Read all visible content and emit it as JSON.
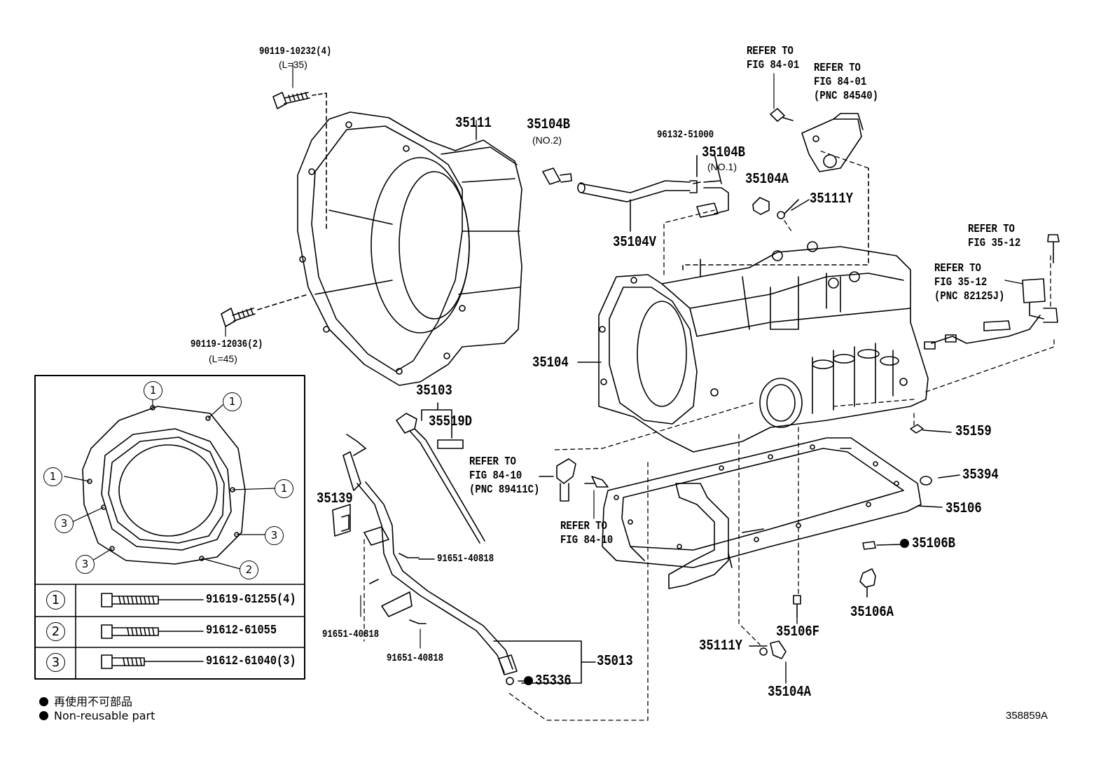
{
  "parts": {
    "p90119_10232": "90119-10232(4)",
    "p90119_10232_len": "(L=35)",
    "p35111": "35111",
    "p90119_12036": "90119-12036(2)",
    "p90119_12036_len": "(L=45)",
    "p35104B_no2": "35104B",
    "p35104B_no2_note": "(NO.2)",
    "p96132": "96132-51000",
    "p35104B_no1": "35104B",
    "p35104B_no1_note": "(NO.1)",
    "p35104A_top": "35104A",
    "p35111Y_top": "35111Y",
    "p35104V": "35104V",
    "p35104": "35104",
    "p35103": "35103",
    "p35519D": "35519D",
    "p35159": "35159",
    "p35394": "35394",
    "p35106": "35106",
    "p35106B": "35106B",
    "p35106A": "35106A",
    "p35106F": "35106F",
    "p35139": "35139",
    "p91651_a": "91651-40818",
    "p91651_b": "91651-40818",
    "p91651_c": "91651-40818",
    "p35013": "35013",
    "p35336": "35336",
    "p35111Y_bot": "35111Y",
    "p35104A_bot": "35104A"
  },
  "refs": {
    "r1_l1": "REFER TO",
    "r1_l2": "FIG 84-01",
    "r2_l1": "REFER TO",
    "r2_l2": "FIG 84-01",
    "r2_l3": "(PNC 84540)",
    "r3_l1": "REFER TO",
    "r3_l2": "FIG 35-12",
    "r4_l1": "REFER TO",
    "r4_l2": "FIG 35-12",
    "r4_l3": "(PNC 82125J)",
    "r5_l1": "REFER TO",
    "r5_l2": "FIG 84-10",
    "r5_l3": "(PNC 89411C)",
    "r6_l1": "REFER TO",
    "r6_l2": "FIG 84-10"
  },
  "inset": {
    "callouts": [
      "1",
      "1",
      "1",
      "1",
      "3",
      "3",
      "3",
      "2"
    ],
    "rows": [
      {
        "num": "1",
        "part": "91619-G1255(4)"
      },
      {
        "num": "2",
        "part": "91612-61055"
      },
      {
        "num": "3",
        "part": "91612-61040(3)"
      }
    ]
  },
  "legend": {
    "line1": "再使用不可部品",
    "line2": "Non-reusable part"
  },
  "figure_id": "358859A"
}
